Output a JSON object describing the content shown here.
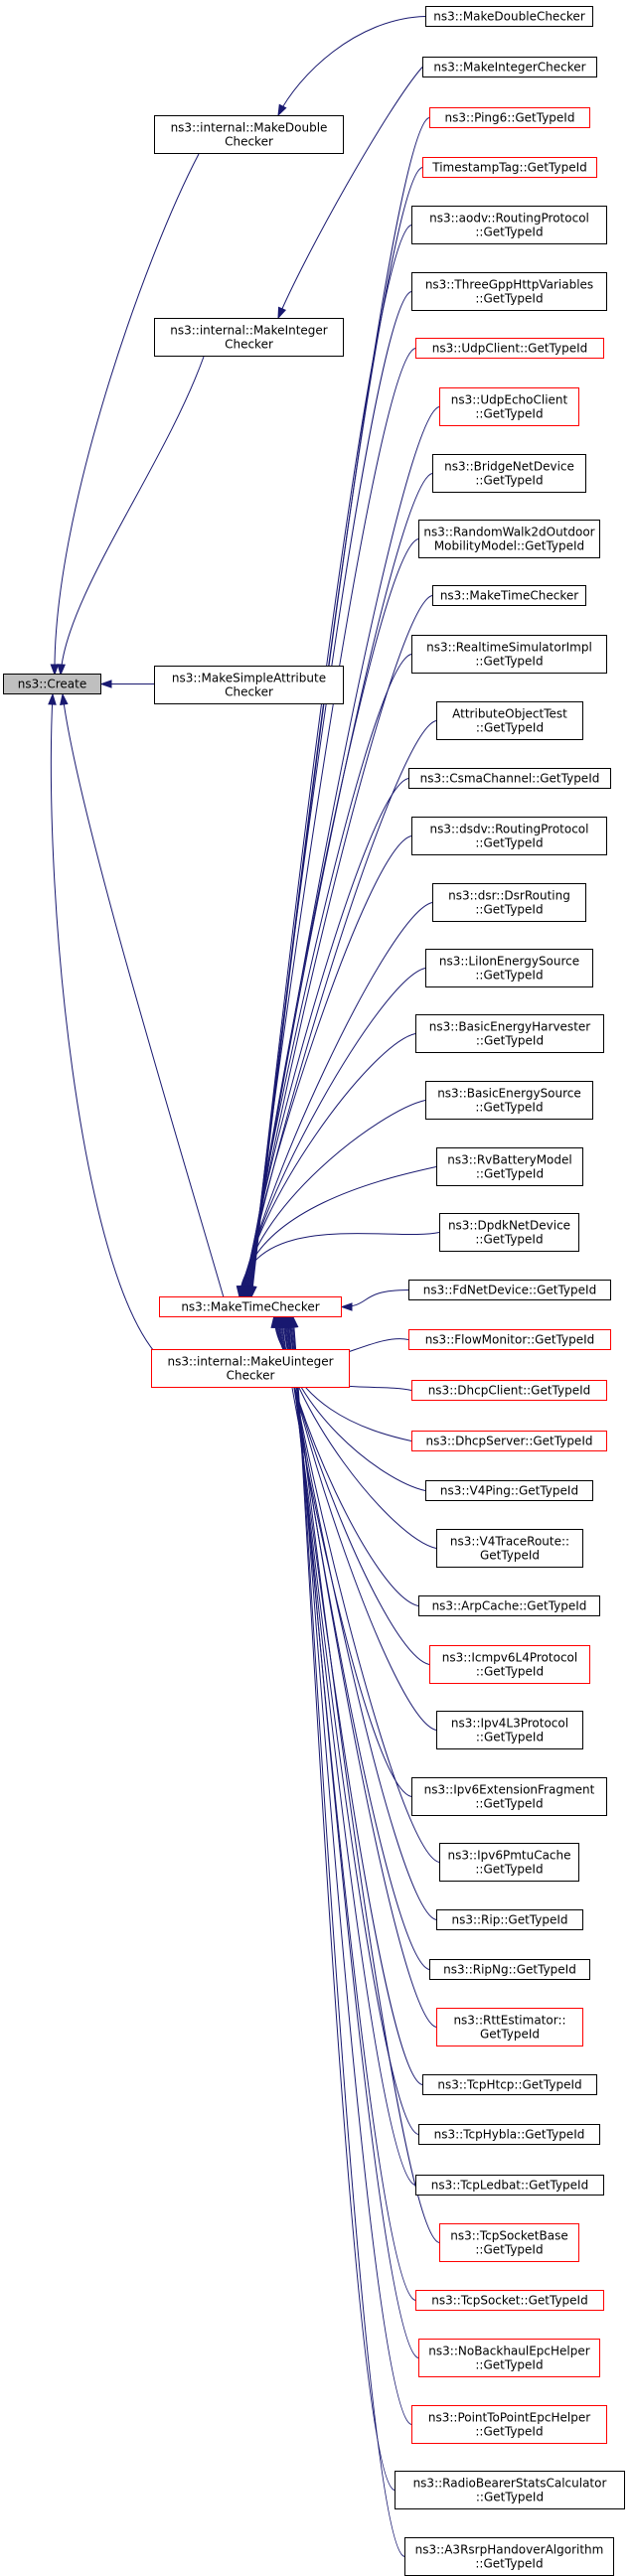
{
  "colors": {
    "edge": "#191970",
    "node_border_normal": "#000000",
    "node_border_highlight": "#ff0000",
    "root_fill": "#bfbfbf",
    "node_fill": "#ffffff"
  },
  "root": {
    "id": "create",
    "lines": [
      "ns3::Create"
    ]
  },
  "intermediates": [
    {
      "id": "mdc",
      "lines": [
        "ns3::internal::MakeDouble",
        "Checker"
      ],
      "border": "normal"
    },
    {
      "id": "mic",
      "lines": [
        "ns3::internal::MakeInteger",
        "Checker"
      ],
      "border": "normal"
    },
    {
      "id": "msac",
      "lines": [
        "ns3::MakeSimpleAttribute",
        "Checker"
      ],
      "border": "normal"
    },
    {
      "id": "mtc",
      "lines": [
        "ns3::MakeTimeChecker"
      ],
      "border": "red"
    },
    {
      "id": "muc",
      "lines": [
        "ns3::internal::MakeUinteger",
        "Checker"
      ],
      "border": "red"
    }
  ],
  "leaves": [
    {
      "lines": [
        "ns3::MakeDoubleChecker"
      ],
      "border": "normal",
      "parent": "mdc"
    },
    {
      "lines": [
        "ns3::MakeIntegerChecker"
      ],
      "border": "normal",
      "parent": "mic"
    },
    {
      "lines": [
        "ns3::Ping6::GetTypeId"
      ],
      "border": "red",
      "parent": "mtc"
    },
    {
      "lines": [
        "TimestampTag::GetTypeId"
      ],
      "border": "red",
      "parent": "mtc"
    },
    {
      "lines": [
        "ns3::aodv::RoutingProtocol",
        "::GetTypeId"
      ],
      "border": "normal",
      "parent": "mtc"
    },
    {
      "lines": [
        "ns3::ThreeGppHttpVariables",
        "::GetTypeId"
      ],
      "border": "normal",
      "parent": "mtc"
    },
    {
      "lines": [
        "ns3::UdpClient::GetTypeId"
      ],
      "border": "red",
      "parent": "mtc"
    },
    {
      "lines": [
        "ns3::UdpEchoClient",
        "::GetTypeId"
      ],
      "border": "red",
      "parent": "mtc"
    },
    {
      "lines": [
        "ns3::BridgeNetDevice",
        "::GetTypeId"
      ],
      "border": "normal",
      "parent": "mtc"
    },
    {
      "lines": [
        "ns3::RandomWalk2dOutdoor",
        "MobilityModel::GetTypeId"
      ],
      "border": "normal",
      "parent": "mtc"
    },
    {
      "lines": [
        "ns3::MakeTimeChecker"
      ],
      "border": "normal",
      "parent": "mtc"
    },
    {
      "lines": [
        "ns3::RealtimeSimulatorImpl",
        "::GetTypeId"
      ],
      "border": "normal",
      "parent": "mtc"
    },
    {
      "lines": [
        "AttributeObjectTest",
        "::GetTypeId"
      ],
      "border": "normal",
      "parent": "mtc"
    },
    {
      "lines": [
        "ns3::CsmaChannel::GetTypeId"
      ],
      "border": "normal",
      "parent": "mtc"
    },
    {
      "lines": [
        "ns3::dsdv::RoutingProtocol",
        "::GetTypeId"
      ],
      "border": "normal",
      "parent": "mtc"
    },
    {
      "lines": [
        "ns3::dsr::DsrRouting",
        "::GetTypeId"
      ],
      "border": "normal",
      "parent": "mtc"
    },
    {
      "lines": [
        "ns3::LiIonEnergySource",
        "::GetTypeId"
      ],
      "border": "normal",
      "parent": "mtc"
    },
    {
      "lines": [
        "ns3::BasicEnergyHarvester",
        "::GetTypeId"
      ],
      "border": "normal",
      "parent": "mtc"
    },
    {
      "lines": [
        "ns3::BasicEnergySource",
        "::GetTypeId"
      ],
      "border": "normal",
      "parent": "mtc"
    },
    {
      "lines": [
        "ns3::RvBatteryModel",
        "::GetTypeId"
      ],
      "border": "normal",
      "parent": "mtc"
    },
    {
      "lines": [
        "ns3::DpdkNetDevice",
        "::GetTypeId"
      ],
      "border": "normal",
      "parent": "mtc"
    },
    {
      "lines": [
        "ns3::FdNetDevice::GetTypeId"
      ],
      "border": "normal",
      "parent": "mtc"
    },
    {
      "lines": [
        "ns3::FlowMonitor::GetTypeId"
      ],
      "border": "red",
      "parent": "mtc"
    },
    {
      "lines": [
        "ns3::DhcpClient::GetTypeId"
      ],
      "border": "red",
      "parent": "mtc"
    },
    {
      "lines": [
        "ns3::DhcpServer::GetTypeId"
      ],
      "border": "red",
      "parent": "mtc"
    },
    {
      "lines": [
        "ns3::V4Ping::GetTypeId"
      ],
      "border": "normal",
      "parent": "mtc"
    },
    {
      "lines": [
        "ns3::V4TraceRoute::",
        "GetTypeId"
      ],
      "border": "normal",
      "parent": "mtc"
    },
    {
      "lines": [
        "ns3::ArpCache::GetTypeId"
      ],
      "border": "normal",
      "parent": "mtc"
    },
    {
      "lines": [
        "ns3::Icmpv6L4Protocol",
        "::GetTypeId"
      ],
      "border": "red",
      "parent": "mtc"
    },
    {
      "lines": [
        "ns3::Ipv4L3Protocol",
        "::GetTypeId"
      ],
      "border": "normal",
      "parent": "mtc"
    },
    {
      "lines": [
        "ns3::Ipv6ExtensionFragment",
        "::GetTypeId"
      ],
      "border": "normal",
      "parent": "mtc"
    },
    {
      "lines": [
        "ns3::Ipv6PmtuCache",
        "::GetTypeId"
      ],
      "border": "normal",
      "parent": "mtc"
    },
    {
      "lines": [
        "ns3::Rip::GetTypeId"
      ],
      "border": "normal",
      "parent": "mtc"
    },
    {
      "lines": [
        "ns3::RipNg::GetTypeId"
      ],
      "border": "normal",
      "parent": "mtc"
    },
    {
      "lines": [
        "ns3::RttEstimator::",
        "GetTypeId"
      ],
      "border": "red",
      "parent": "mtc"
    },
    {
      "lines": [
        "ns3::TcpHtcp::GetTypeId"
      ],
      "border": "normal",
      "parent": "mtc"
    },
    {
      "lines": [
        "ns3::TcpHybla::GetTypeId"
      ],
      "border": "normal",
      "parent": "mtc"
    },
    {
      "lines": [
        "ns3::TcpLedbat::GetTypeId"
      ],
      "border": "normal",
      "parent": "mtc"
    },
    {
      "lines": [
        "ns3::TcpSocketBase",
        "::GetTypeId"
      ],
      "border": "red",
      "parent": "mtc"
    },
    {
      "lines": [
        "ns3::TcpSocket::GetTypeId"
      ],
      "border": "red",
      "parent": "mtc"
    },
    {
      "lines": [
        "ns3::NoBackhaulEpcHelper",
        "::GetTypeId"
      ],
      "border": "red",
      "parent": "mtc"
    },
    {
      "lines": [
        "ns3::PointToPointEpcHelper",
        "::GetTypeId"
      ],
      "border": "red",
      "parent": "mtc"
    },
    {
      "lines": [
        "ns3::RadioBearerStatsCalculator",
        "::GetTypeId"
      ],
      "border": "normal",
      "parent": "mtc"
    },
    {
      "lines": [
        "ns3::A3RsrpHandoverAlgorithm",
        "::GetTypeId"
      ],
      "border": "normal",
      "parent": "mtc"
    }
  ]
}
